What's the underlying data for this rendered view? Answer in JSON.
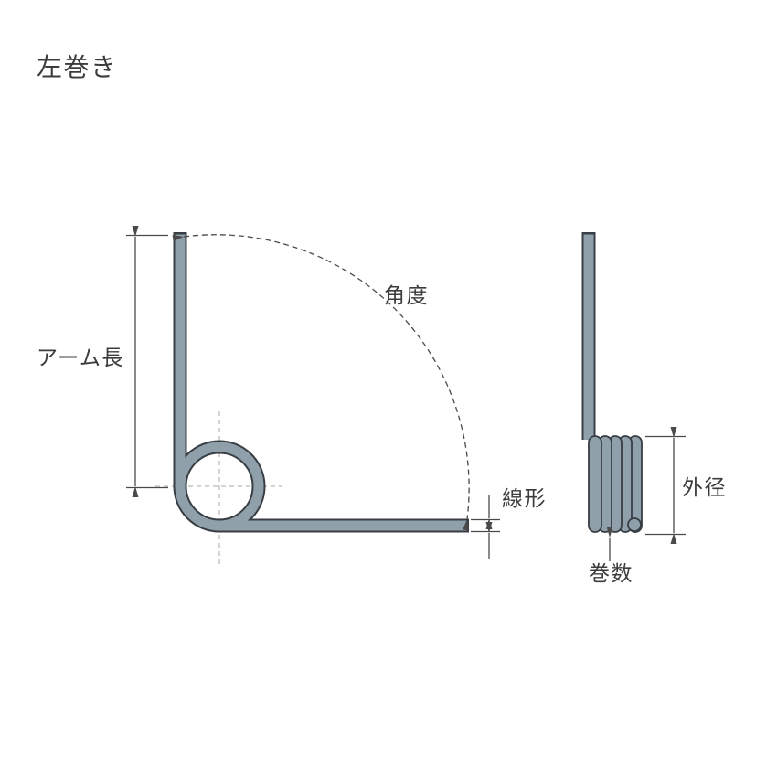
{
  "title": "左巻き",
  "front_view": {
    "labels": {
      "arm_length": "アーム長",
      "angle": "角度",
      "wire_diameter": "線形"
    }
  },
  "side_view": {
    "labels": {
      "outer_diameter": "外径",
      "coil_count": "巻数"
    }
  },
  "colors": {
    "background": "#ffffff",
    "spring_fill": "#8fa0aa",
    "spring_outline": "#383e44",
    "dimension": "#4a4a4a",
    "centerline": "#aaaaaa",
    "text": "#3c3c3c"
  }
}
